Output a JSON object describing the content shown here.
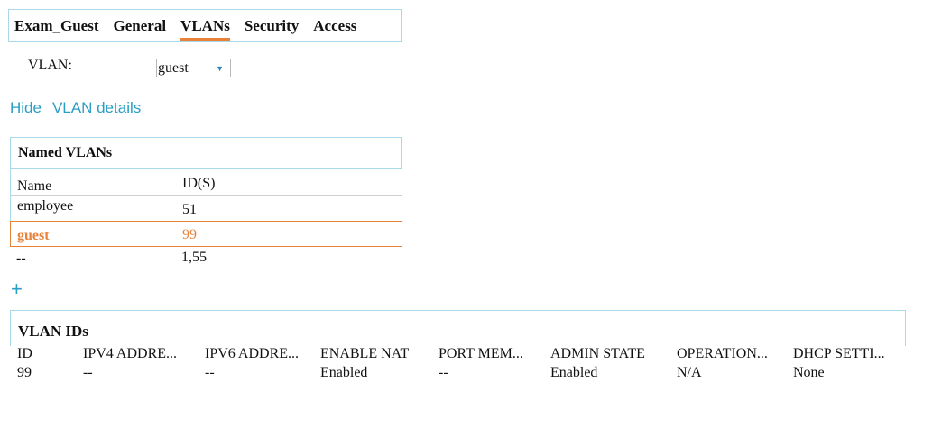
{
  "tabs": [
    "Exam_Guest",
    "General",
    "VLANs",
    "Security",
    "Access"
  ],
  "active_tab": "VLANs",
  "vlan_selector": {
    "label": "VLAN:",
    "selected": "guest",
    "caret": "▼"
  },
  "links": {
    "hide": "Hide",
    "details": "VLAN details"
  },
  "named_vlans": {
    "title": "Named VLANs",
    "columns": [
      "Name",
      "ID(S)"
    ],
    "rows": [
      {
        "name": "employee",
        "ids": "51"
      },
      {
        "name": "guest",
        "ids": "99"
      },
      {
        "name": "--",
        "ids": "1,55"
      }
    ],
    "selected_row": "guest"
  },
  "add_button": "+",
  "vlan_ids": {
    "title": "VLAN IDs",
    "columns": [
      "ID",
      "IPV4 ADDRE...",
      "IPV6 ADDRE...",
      "ENABLE NAT",
      "PORT MEM...",
      "ADMIN STATE",
      "OPERATION...",
      "DHCP SETTI..."
    ],
    "rows": [
      [
        "99",
        "--",
        "--",
        "Enabled",
        "--",
        "Enabled",
        "N/A",
        "None"
      ]
    ]
  },
  "colors": {
    "accent_orange": "#e8823a",
    "link_blue": "#2a9ec4",
    "panel_border": "#a9d8e8"
  }
}
